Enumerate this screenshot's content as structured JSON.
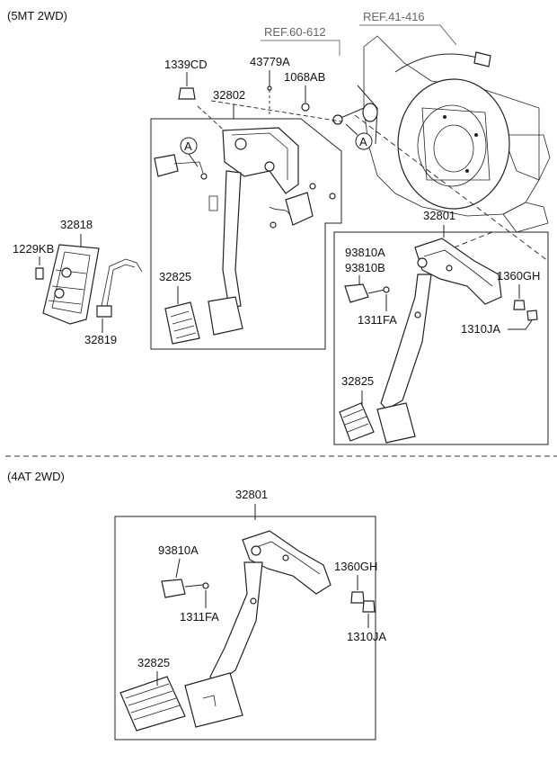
{
  "sections": [
    {
      "title": "(5MT 2WD)"
    },
    {
      "title": "(4AT 2WD)"
    }
  ],
  "references": [
    "REF.60-612",
    "REF.41-416"
  ],
  "callout_letter": "A",
  "parts": {
    "p1339CD": "1339CD",
    "p43779A": "43779A",
    "p1068AB": "1068AB",
    "p32802": "32802",
    "p32818": "32818",
    "p1229KB": "1229KB",
    "p32819": "32819",
    "p32825_top": "32825",
    "p32801_top": "32801",
    "p93810A_top": "93810A",
    "p93810B": "93810B",
    "p1360GH_top": "1360GH",
    "p1311FA_top": "1311FA",
    "p1310JA_top": "1310JA",
    "p32825_mid": "32825",
    "p32801_bot": "32801",
    "p93810A_bot": "93810A",
    "p1360GH_bot": "1360GH",
    "p1311FA_bot": "1311FA",
    "p1310JA_bot": "1310JA",
    "p32825_bot": "32825"
  }
}
